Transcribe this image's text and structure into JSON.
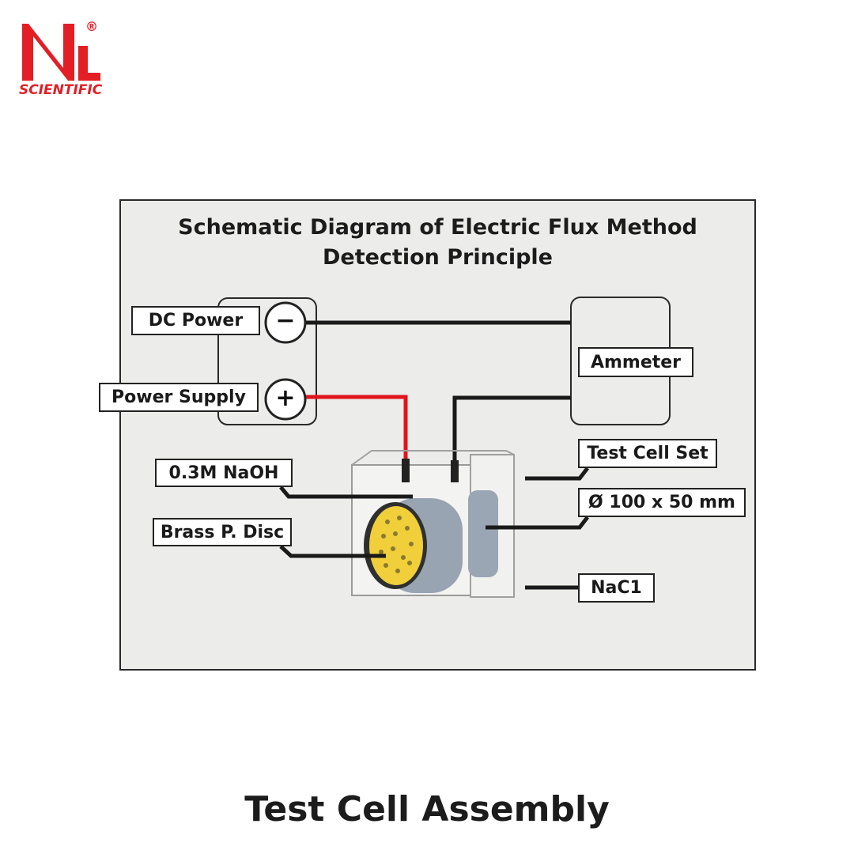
{
  "logo": {
    "text": "NL",
    "subtext": "SCIENTIFIC",
    "mark": "®",
    "color": "#e31e25"
  },
  "diagram": {
    "title_line1": "Schematic Diagram of Electric Flux Method",
    "title_line2": "Detection Principle",
    "labels": {
      "dc_power": "DC Power",
      "power_supply": "Power Supply",
      "ammeter": "Ammeter",
      "test_cell_set": "Test Cell Set",
      "dimensions": "Ø 100 x 50 mm",
      "naoh": "0.3M NaOH",
      "brass_disc": "Brass P. Disc",
      "nacl": "NaC1"
    },
    "terminals": {
      "negative": "−",
      "positive": "+"
    },
    "colors": {
      "positive_wire": "#e0141c",
      "wire": "#1a1a1a",
      "background": "#ececea"
    }
  },
  "caption": "Test Cell Assembly"
}
